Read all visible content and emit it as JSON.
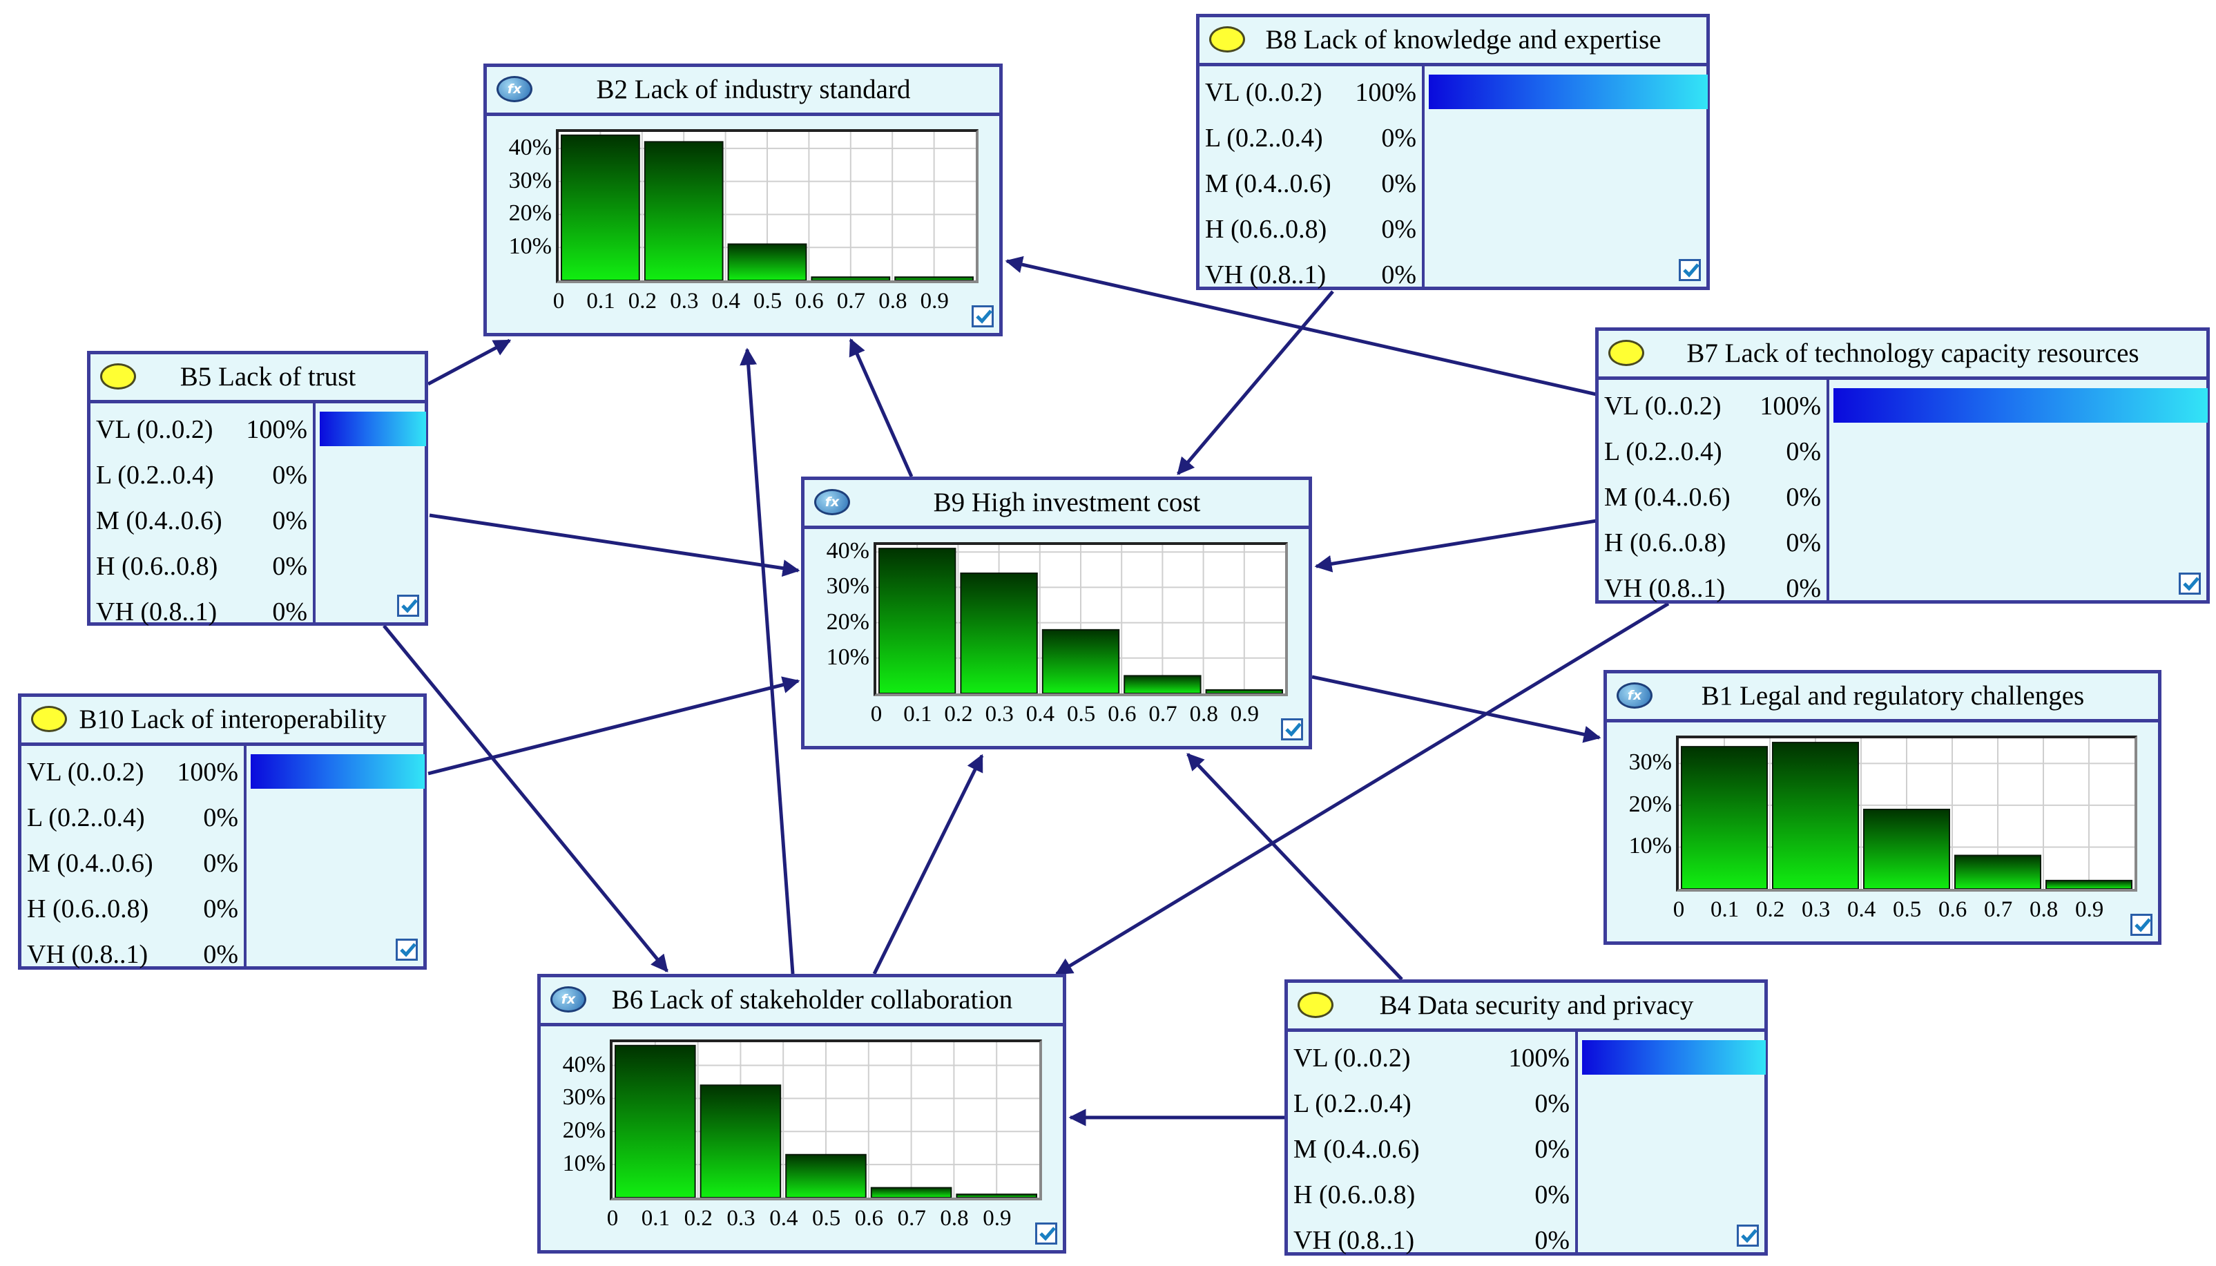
{
  "nodes": [
    {
      "id": "b2",
      "kind": "chart",
      "icon": "fx-function-icon",
      "title": "B2 Lack of industry standard",
      "y_ticks": [
        "40%",
        "30%",
        "20%",
        "10%"
      ],
      "x_ticks": [
        "0",
        "0.1",
        "0.2",
        "0.3",
        "0.4",
        "0.5",
        "0.6",
        "0.7",
        "0.8",
        "0.9"
      ],
      "chart_data": {
        "type": "bar",
        "categories": [
          "0-0.1",
          "0.2-0.3",
          "0.4-0.5",
          "0.6-0.7",
          "0.8-0.9"
        ],
        "values": [
          44,
          42,
          11,
          1,
          1
        ],
        "ylim": [
          0,
          45
        ],
        "y_ticks": [
          10,
          20,
          30,
          40
        ],
        "x_ticks": [
          0,
          0.1,
          0.2,
          0.3,
          0.4,
          0.5,
          0.6,
          0.7,
          0.8,
          0.9
        ],
        "grid": true
      }
    },
    {
      "id": "b8",
      "kind": "states",
      "icon": "yellow-evidence-icon",
      "title": "B8 Lack of knowledge and expertise",
      "states": [
        {
          "label": "VL (0..0.2)",
          "pct": "100%",
          "belief": 1.0
        },
        {
          "label": "L (0.2..0.4)",
          "pct": "0%",
          "belief": 0
        },
        {
          "label": "M (0.4..0.6)",
          "pct": "0%",
          "belief": 0
        },
        {
          "label": "H (0.6..0.8)",
          "pct": "0%",
          "belief": 0
        },
        {
          "label": "VH (0.8..1)",
          "pct": "0%",
          "belief": 0
        }
      ]
    },
    {
      "id": "b5",
      "kind": "states",
      "icon": "yellow-evidence-icon",
      "title": "B5 Lack of trust",
      "states": [
        {
          "label": "VL (0..0.2)",
          "pct": "100%",
          "belief": 1.0
        },
        {
          "label": "L (0.2..0.4)",
          "pct": "0%",
          "belief": 0
        },
        {
          "label": "M (0.4..0.6)",
          "pct": "0%",
          "belief": 0
        },
        {
          "label": "H (0.6..0.8)",
          "pct": "0%",
          "belief": 0
        },
        {
          "label": "VH (0.8..1)",
          "pct": "0%",
          "belief": 0
        }
      ]
    },
    {
      "id": "b7",
      "kind": "states",
      "icon": "yellow-evidence-icon",
      "title": "B7 Lack of technology capacity resources",
      "states": [
        {
          "label": "VL (0..0.2)",
          "pct": "100%",
          "belief": 1.0
        },
        {
          "label": "L (0.2..0.4)",
          "pct": "0%",
          "belief": 0
        },
        {
          "label": "M (0.4..0.6)",
          "pct": "0%",
          "belief": 0
        },
        {
          "label": "H (0.6..0.8)",
          "pct": "0%",
          "belief": 0
        },
        {
          "label": "VH (0.8..1)",
          "pct": "0%",
          "belief": 0
        }
      ]
    },
    {
      "id": "b9",
      "kind": "chart",
      "icon": "fx-function-icon",
      "title": "B9 High investment cost",
      "y_ticks": [
        "40%",
        "30%",
        "20%",
        "10%"
      ],
      "x_ticks": [
        "0",
        "0.1",
        "0.2",
        "0.3",
        "0.4",
        "0.5",
        "0.6",
        "0.7",
        "0.8",
        "0.9"
      ],
      "chart_data": {
        "type": "bar",
        "categories": [
          "0-0.1",
          "0.2-0.3",
          "0.4-0.5",
          "0.6-0.7",
          "0.8-0.9"
        ],
        "values": [
          41,
          34,
          18,
          5,
          1
        ],
        "ylim": [
          0,
          42
        ],
        "y_ticks": [
          10,
          20,
          30,
          40
        ],
        "x_ticks": [
          0,
          0.1,
          0.2,
          0.3,
          0.4,
          0.5,
          0.6,
          0.7,
          0.8,
          0.9
        ],
        "grid": true
      }
    },
    {
      "id": "b10",
      "kind": "states",
      "icon": "yellow-evidence-icon",
      "title": "B10 Lack of interoperability",
      "states": [
        {
          "label": "VL (0..0.2)",
          "pct": "100%",
          "belief": 1.0
        },
        {
          "label": "L (0.2..0.4)",
          "pct": "0%",
          "belief": 0
        },
        {
          "label": "M (0.4..0.6)",
          "pct": "0%",
          "belief": 0
        },
        {
          "label": "H (0.6..0.8)",
          "pct": "0%",
          "belief": 0
        },
        {
          "label": "VH (0.8..1)",
          "pct": "0%",
          "belief": 0
        }
      ]
    },
    {
      "id": "b1",
      "kind": "chart",
      "icon": "fx-function-icon",
      "title": "B1 Legal and regulatory challenges",
      "y_ticks": [
        "30%",
        "20%",
        "10%"
      ],
      "x_ticks": [
        "0",
        "0.1",
        "0.2",
        "0.3",
        "0.4",
        "0.5",
        "0.6",
        "0.7",
        "0.8",
        "0.9"
      ],
      "chart_data": {
        "type": "bar",
        "categories": [
          "0-0.1",
          "0.2-0.3",
          "0.4-0.5",
          "0.6-0.7",
          "0.8-0.9"
        ],
        "values": [
          34,
          35,
          19,
          8,
          2
        ],
        "ylim": [
          0,
          36
        ],
        "y_ticks": [
          10,
          20,
          30
        ],
        "x_ticks": [
          0,
          0.1,
          0.2,
          0.3,
          0.4,
          0.5,
          0.6,
          0.7,
          0.8,
          0.9
        ],
        "grid": true
      }
    },
    {
      "id": "b6",
      "kind": "chart",
      "icon": "fx-function-icon",
      "title": "B6 Lack of stakeholder collaboration",
      "y_ticks": [
        "40%",
        "30%",
        "20%",
        "10%"
      ],
      "x_ticks": [
        "0",
        "0.1",
        "0.2",
        "0.3",
        "0.4",
        "0.5",
        "0.6",
        "0.7",
        "0.8",
        "0.9"
      ],
      "chart_data": {
        "type": "bar",
        "categories": [
          "0-0.1",
          "0.2-0.3",
          "0.4-0.5",
          "0.6-0.7",
          "0.8-0.9"
        ],
        "values": [
          46,
          34,
          13,
          3,
          1
        ],
        "ylim": [
          0,
          47
        ],
        "y_ticks": [
          10,
          20,
          30,
          40
        ],
        "x_ticks": [
          0,
          0.1,
          0.2,
          0.3,
          0.4,
          0.5,
          0.6,
          0.7,
          0.8,
          0.9
        ],
        "grid": true
      }
    },
    {
      "id": "b4",
      "kind": "states",
      "icon": "yellow-evidence-icon",
      "title": "B4 Data security and privacy",
      "states": [
        {
          "label": "VL (0..0.2)",
          "pct": "100%",
          "belief": 1.0
        },
        {
          "label": "L (0.2..0.4)",
          "pct": "0%",
          "belief": 0
        },
        {
          "label": "M (0.4..0.6)",
          "pct": "0%",
          "belief": 0
        },
        {
          "label": "H (0.6..0.8)",
          "pct": "0%",
          "belief": 0
        },
        {
          "label": "VH (0.8..1)",
          "pct": "0%",
          "belief": 0
        }
      ]
    }
  ],
  "edges": [
    {
      "from": "b5",
      "to": "b2"
    },
    {
      "from": "b7",
      "to": "b2"
    },
    {
      "from": "b9",
      "to": "b2"
    },
    {
      "from": "b6",
      "to": "b2"
    },
    {
      "from": "b8",
      "to": "b9"
    },
    {
      "from": "b5",
      "to": "b9"
    },
    {
      "from": "b7",
      "to": "b9"
    },
    {
      "from": "b10",
      "to": "b9"
    },
    {
      "from": "b6",
      "to": "b9"
    },
    {
      "from": "b4",
      "to": "b9"
    },
    {
      "from": "b9",
      "to": "b1"
    },
    {
      "from": "b5",
      "to": "b6"
    },
    {
      "from": "b7",
      "to": "b6"
    },
    {
      "from": "b4",
      "to": "b6"
    }
  ],
  "colors": {
    "node_border": "#3c3c9a",
    "node_fill": "#e4f7fa",
    "edge": "#1f1f7a",
    "evidence_icon": "#ffff33",
    "belief_bar_start": "#0a0adc",
    "belief_bar_end": "#33e4f6",
    "hist_bar_top": "#003300",
    "hist_bar_bottom": "#11ee11"
  }
}
